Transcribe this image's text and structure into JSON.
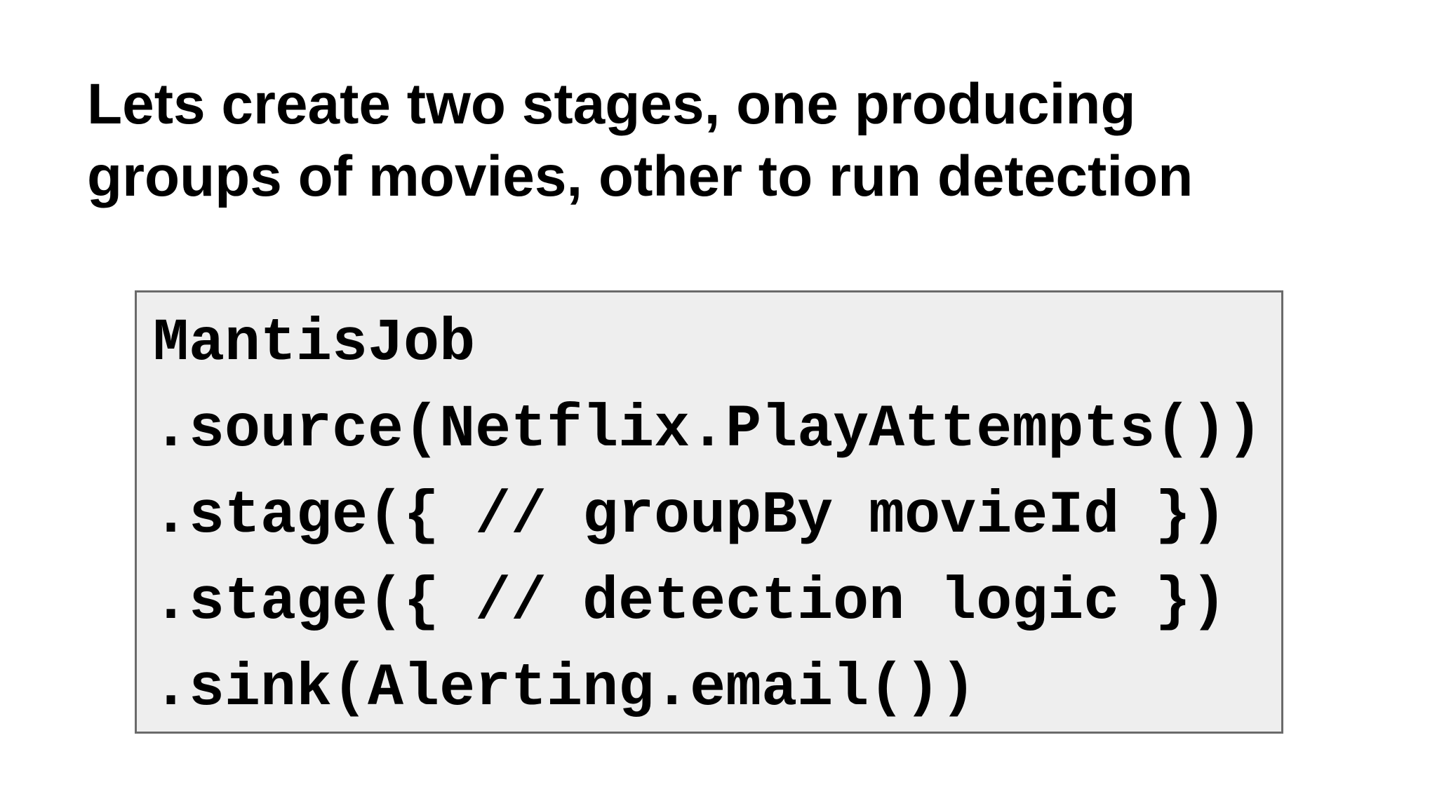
{
  "slide": {
    "background_color": "#ffffff",
    "title": {
      "lines": [
        "Lets create two stages, one producing",
        "groups of movies, other to run detection"
      ],
      "text_color": "#000000"
    },
    "code_block": {
      "background_color": "#eeeeee",
      "border_color": "#6a6a6a",
      "text_color": "#000000",
      "lines": [
        "MantisJob",
        ".source(Netflix.PlayAttempts())",
        ".stage({ // groupBy movieId })",
        ".stage({ // detection logic })",
        ".sink(Alerting.email())"
      ]
    }
  }
}
